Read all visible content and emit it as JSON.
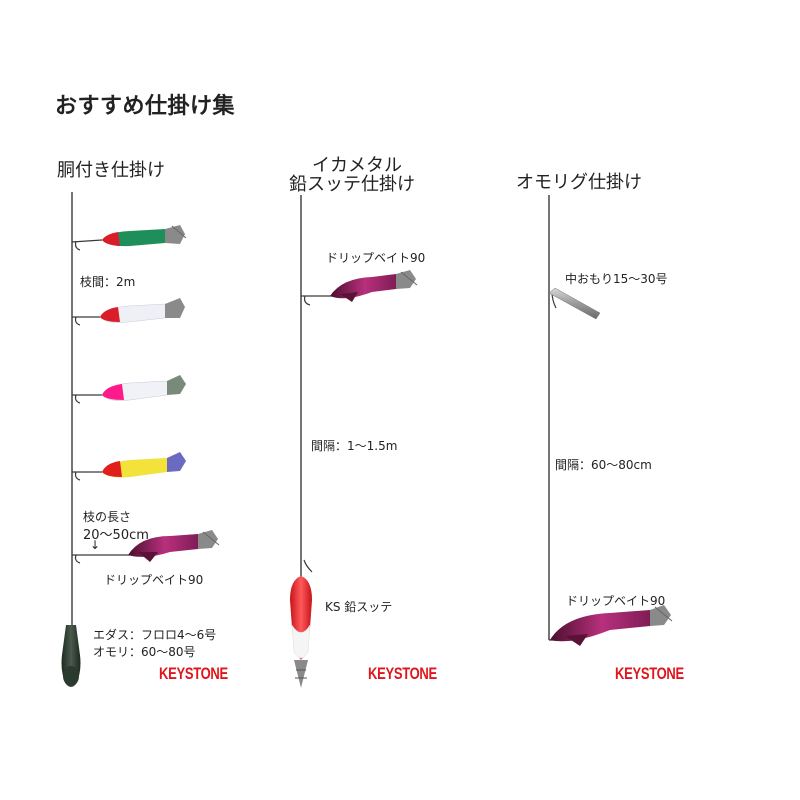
{
  "title": "おすすめ仕掛け集",
  "rig1": {
    "title": "胴付き仕掛け",
    "spacing": "枝間：2m",
    "branch_length_line1": "枝の長さ",
    "branch_length_line2": "20～50cm",
    "arrow": "↓",
    "lure_label": "ドリップベイト90",
    "leader": "エダス：フロロ4～6号",
    "sinker": "オモリ：60～80号",
    "logo": "KEYSTONE",
    "lure_colors": [
      "#1e8f5a",
      "#e8ecf4",
      "#f0f2f8",
      "#f3e23a",
      "#b8307c"
    ]
  },
  "rig2": {
    "title_line1": "イカメタル",
    "title_line2": "鉛スッテ仕掛け",
    "lure_label": "ドリップベイト90",
    "spacing": "間隔：1～1.5m",
    "sutte_label": "KS 鉛スッテ",
    "logo": "KEYSTONE"
  },
  "rig3": {
    "title": "オモリグ仕掛け",
    "mid_weight": "中おもり15～30号",
    "spacing": "間隔：60～80cm",
    "lure_label": "ドリップベイト90",
    "logo": "KEYSTONE"
  }
}
